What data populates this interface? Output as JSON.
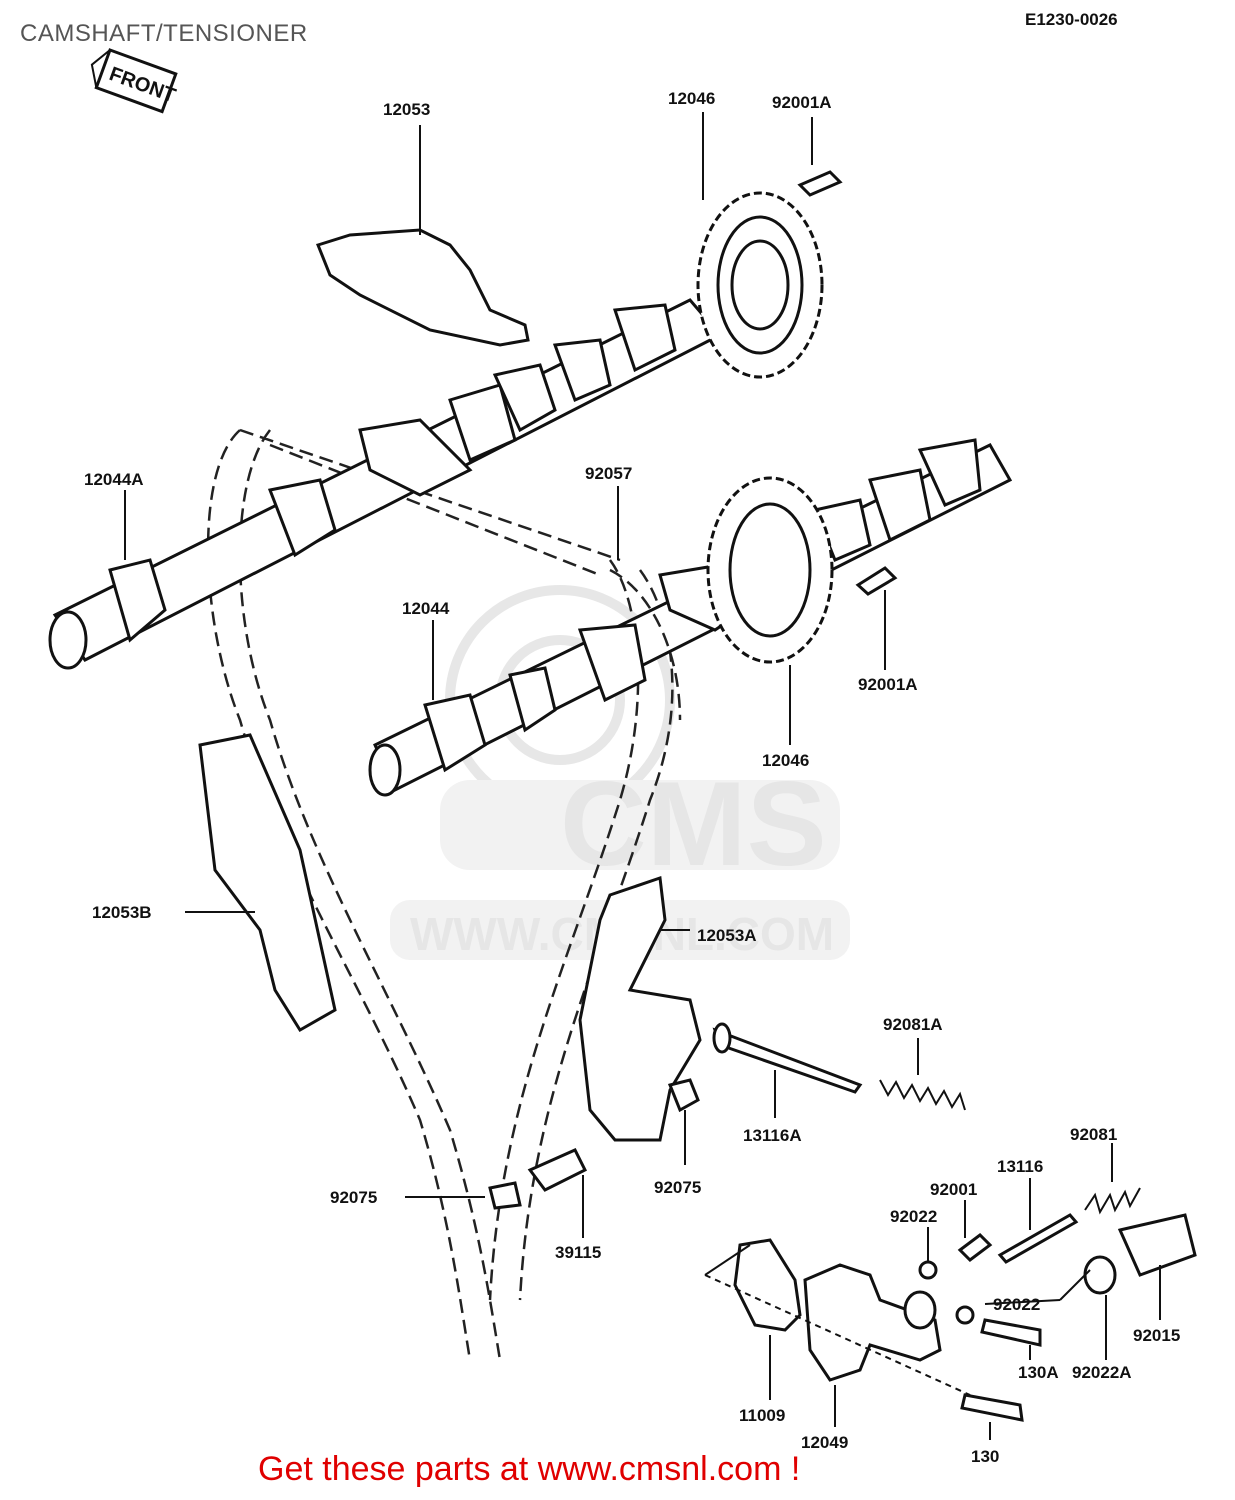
{
  "title": "CAMSHAFT/TENSIONER",
  "diagram_code": "E1230-0026",
  "front_label": "FRONT",
  "footer": "Get these parts at www.cmsnl.com !",
  "watermark": {
    "logo": "CMS",
    "url": "WWW.CMSNL.COM"
  },
  "parts": {
    "p12053": "12053",
    "p12046_top": "12046",
    "p92001A_top": "92001A",
    "p12044A": "12044A",
    "p92057": "92057",
    "p12044": "12044",
    "p92001A_mid": "92001A",
    "p12046_mid": "12046",
    "p12053B": "12053B",
    "p12053A": "12053A",
    "p92081A": "92081A",
    "p13116A": "13116A",
    "p92075_right": "92075",
    "p92075_left": "92075",
    "p39115": "39115",
    "p92081": "92081",
    "p13116": "13116",
    "p92001": "92001",
    "p92022_upper": "92022",
    "p92022_lower": "92022",
    "p92015": "92015",
    "p130A": "130A",
    "p92022A": "92022A",
    "p11009": "11009",
    "p12049": "12049",
    "p130": "130"
  }
}
